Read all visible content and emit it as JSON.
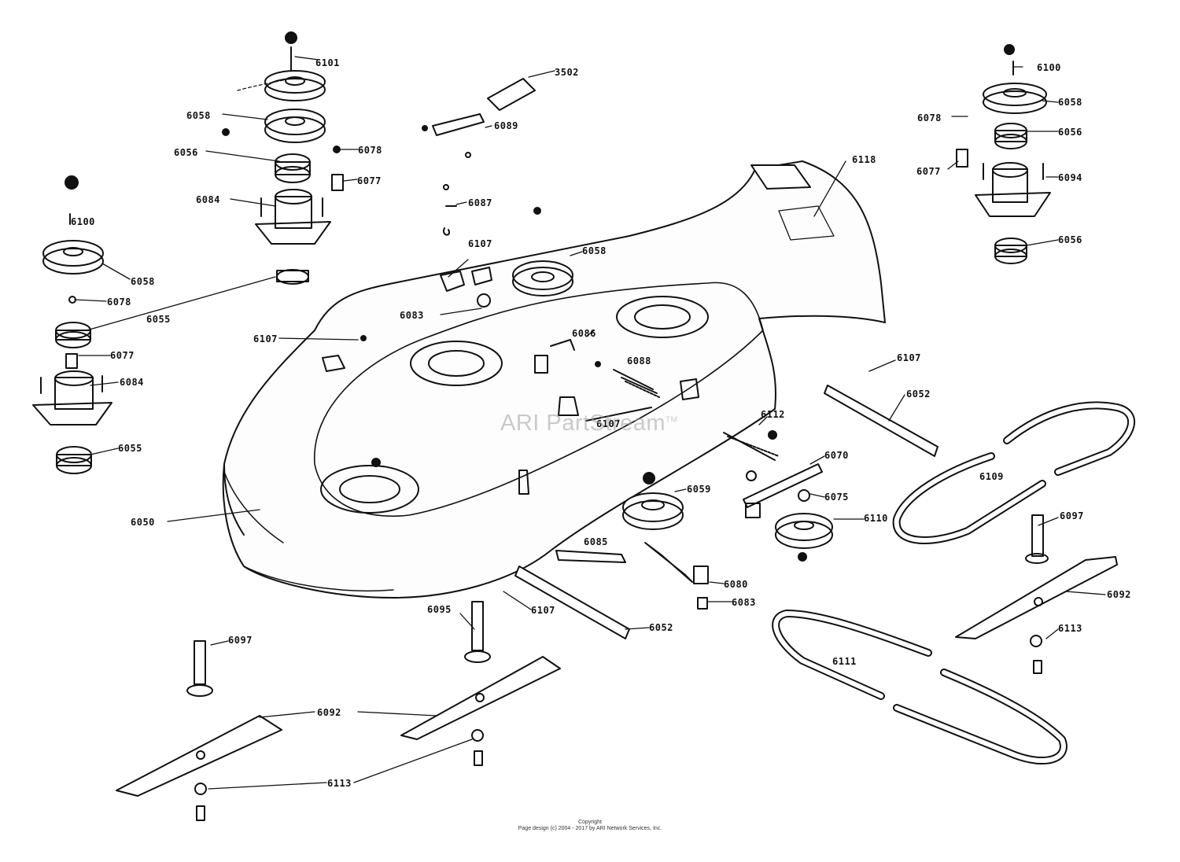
{
  "watermark": {
    "text": "ARI PartStream",
    "tm": "TM"
  },
  "copyright": {
    "line1": "Copyright",
    "line2": "Page design (c) 2004 - 2017 by ARI Network Services, Inc."
  },
  "colors": {
    "ink": "#111111",
    "paper": "#ffffff",
    "watermark": "#a0a0a0"
  },
  "labels": {
    "l6101": "6101",
    "l3502": "3502",
    "l6058a": "6058",
    "l6078a": "6078",
    "l6056a": "6056",
    "l6077a": "6077",
    "l6084a": "6084",
    "l6089": "6089",
    "l6087": "6087",
    "l6100a": "6100",
    "l6058b": "6058",
    "l6078b": "6078",
    "l6055a": "6055",
    "l6077b": "6077",
    "l6084b": "6084",
    "l6055b": "6055",
    "l6107a": "6107",
    "l6107b": "6107",
    "l6083a": "6083",
    "l6058c": "6058",
    "l6086": "6086",
    "l6088": "6088",
    "l6107c": "6107",
    "l6050": "6050",
    "l6118": "6118",
    "l6100b": "6100",
    "l6058d": "6058",
    "l6078c": "6078",
    "l6056b": "6056",
    "l6077c": "6077",
    "l6094": "6094",
    "l6056c": "6056",
    "l6107d": "6107",
    "l6052a": "6052",
    "l6112": "6112",
    "l6070": "6070",
    "l6059": "6059",
    "l6075": "6075",
    "l6110": "6110",
    "l6109": "6109",
    "l6097a": "6097",
    "l6092a": "6092",
    "l6113a": "6113",
    "l6085": "6085",
    "l6080": "6080",
    "l6083b": "6083",
    "l6107e": "6107",
    "l6052b": "6052",
    "l6095": "6095",
    "l6097b": "6097",
    "l6092b": "6092",
    "l6113b": "6113",
    "l6111": "6111"
  }
}
